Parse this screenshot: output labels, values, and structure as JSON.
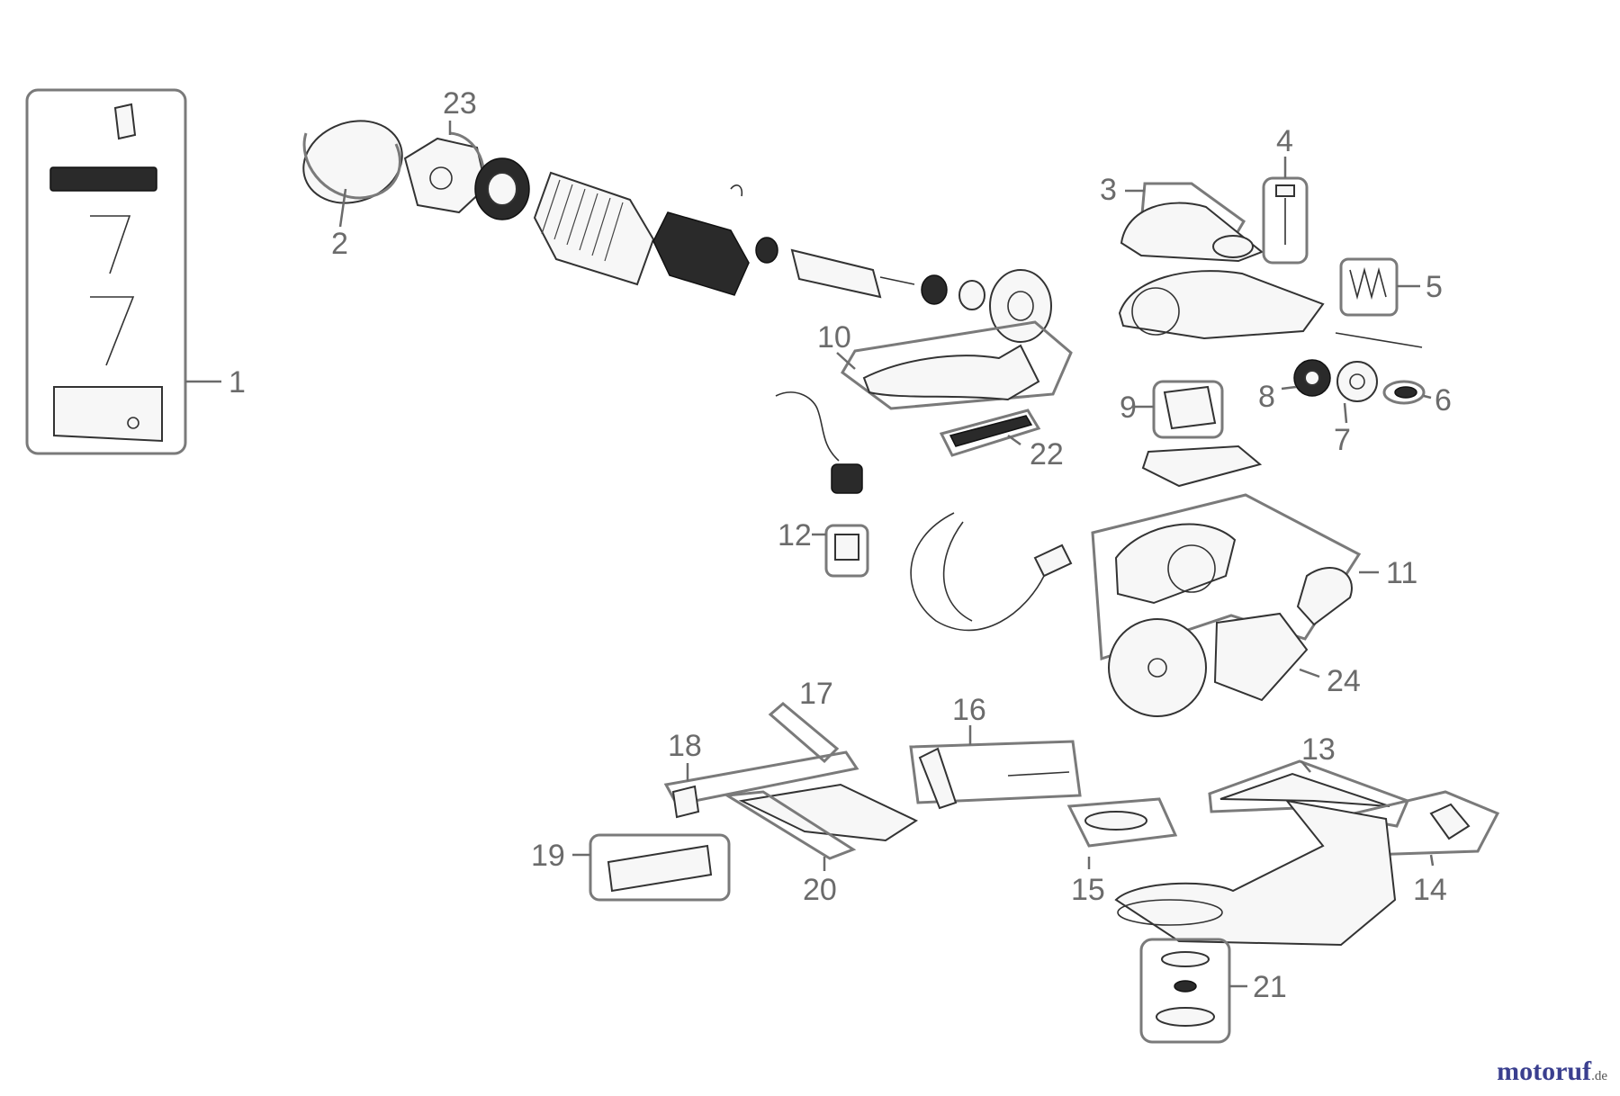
{
  "diagram": {
    "callouts": [
      {
        "id": "1",
        "label": "1"
      },
      {
        "id": "2",
        "label": "2"
      },
      {
        "id": "3",
        "label": "3"
      },
      {
        "id": "4",
        "label": "4"
      },
      {
        "id": "5",
        "label": "5"
      },
      {
        "id": "6",
        "label": "6"
      },
      {
        "id": "7",
        "label": "7"
      },
      {
        "id": "8",
        "label": "8"
      },
      {
        "id": "9",
        "label": "9"
      },
      {
        "id": "10",
        "label": "10"
      },
      {
        "id": "11",
        "label": "11"
      },
      {
        "id": "12",
        "label": "12"
      },
      {
        "id": "13",
        "label": "13"
      },
      {
        "id": "14",
        "label": "14"
      },
      {
        "id": "15",
        "label": "15"
      },
      {
        "id": "16",
        "label": "16"
      },
      {
        "id": "17",
        "label": "17"
      },
      {
        "id": "18",
        "label": "18"
      },
      {
        "id": "19",
        "label": "19"
      },
      {
        "id": "20",
        "label": "20"
      },
      {
        "id": "21",
        "label": "21"
      },
      {
        "id": "22",
        "label": "22"
      },
      {
        "id": "23",
        "label": "23"
      },
      {
        "id": "24",
        "label": "24"
      }
    ]
  },
  "watermark": {
    "brand": "motoruf",
    "tld": ".de"
  }
}
